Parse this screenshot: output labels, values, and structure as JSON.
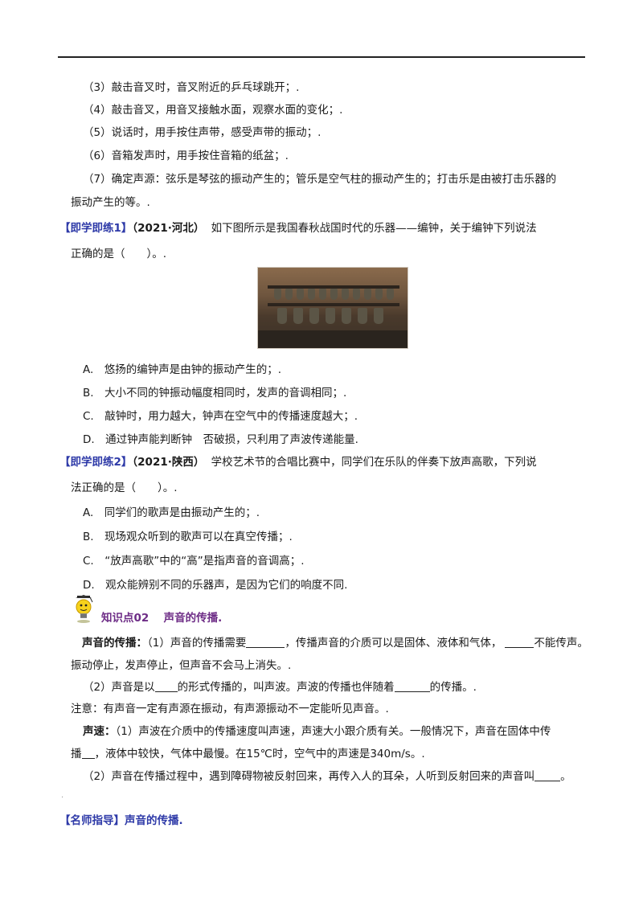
{
  "lines": {
    "l3": "（3）敲击音叉时，音叉附近的乒乓球跳开；.",
    "l4": "（4）敲击音叉，用音叉接触水面，观察水面的变化；.",
    "l5": "（5）说话时，用手按住声带，感受声带的振动；.",
    "l6": "（6）音箱发声时，用手按住音箱的纸盆；.",
    "l7a": "（7）确定声源：弦乐是琴弦的振动产生的；管乐是空气柱的振动产生的；打击乐是由被打击乐器的",
    "l7b": "振动产生的等。."
  },
  "ex1": {
    "label": "【即学即练1】",
    "source": "（2021·河北）",
    "stem1": "如下图所示是我国春秋战国时代的乐器——编钟，关于编钟下列说法",
    "stem2": "正确的是（　　）。.",
    "a": "A.　悠扬的编钟声是由钟的振动产生的；.",
    "b": "B.　大小不同的钟振动幅度相同时，发声的音调相同；.",
    "c": "C.　敲钟时，用力越大，钟声在空气中的传播速度越大；.",
    "d": "D.　通过钟声能判断钟　否破损，只利用了声波传递能量."
  },
  "ex2": {
    "label": "【即学即练2】",
    "source": "（2021·陕西）",
    "stem1": "学校艺术节的合唱比赛中，同学们在乐队的伴奏下放声高歌，下列说",
    "stem2": "法正确的是（　　）。.",
    "a": "A.　同学们的歌声是由振动产生的；.",
    "b": "B.　现场观众听到的歌声可以在真空传播；.",
    "c": "C.　“放声高歌”中的“高”是指声音的音调高；.",
    "d": "D.　观众能辨别不同的乐器声，是因为它们的响度不同."
  },
  "kp": {
    "label": "知识点02",
    "title": "声音的传播."
  },
  "prop": {
    "head": "声音的传播：",
    "p1a": "（1）声音的传播需要",
    "p1b": "，传播声音的介质可以是固体、液体和气体，",
    "p1c": "不能传声。",
    "p1d": "振动停止，发声停止，但声音不会马上消失。.",
    "p2a": "（2）声音是以",
    "p2b": "的形式传播的，叫声波。声波的传播也伴随着",
    "p2c": "的传播。.",
    "note": "注意：有声音一定有声源在振动，有声源振动不一定能听见声音。."
  },
  "speed": {
    "head": "声速：",
    "s1a": "（1）声波在介质中的传播速度叫声速，声速大小跟介质有关。一般情况下，声音在固体中传",
    "s1b": "播",
    "s1c": "，液体中较快，气体中最慢。在15℃时，空气中的声速是340m/s。.",
    "s2a": "（2）声音在传播过程中，遇到障碍物被反射回来，再传入人的耳朵，人听到反射回来的声音叫",
    "s2b": "。"
  },
  "guide": {
    "label": "【名师指导】",
    "title": "声音的传播."
  },
  "colors": {
    "label_blue": "#2e3aa8",
    "kp_purple": "#6d2c86"
  },
  "icons": {
    "bulb": "lightbulb-mascot-icon",
    "photo": "bianzhong-photo"
  }
}
